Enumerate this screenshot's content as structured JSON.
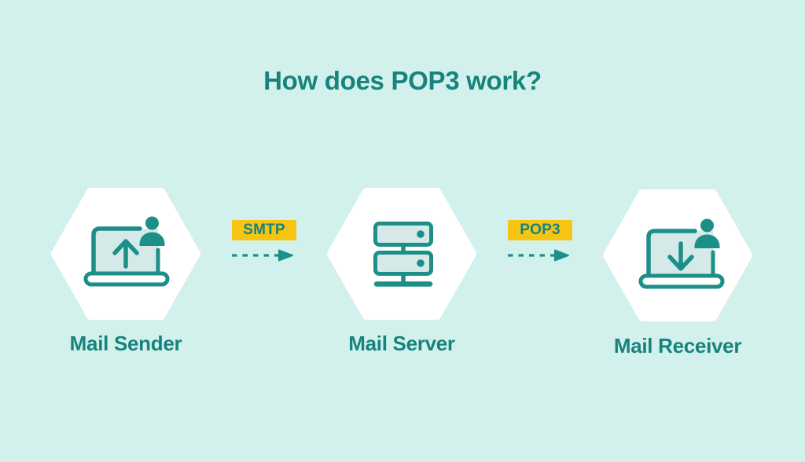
{
  "title": "How does POP3 work?",
  "colors": {
    "background": "#d3f1ec",
    "node_fill": "#ffffff",
    "teal_text": "#17837d",
    "teal_icon": "#1b8f88",
    "screen_fill": "#d5eae8",
    "badge_bg": "#f6c514",
    "badge_text": "#15837d"
  },
  "nodes": [
    {
      "id": "mail-sender",
      "label": "Mail Sender",
      "icon": "laptop-upload-user-icon"
    },
    {
      "id": "mail-server",
      "label": "Mail Server",
      "icon": "server-stack-icon"
    },
    {
      "id": "mail-receiver",
      "label": "Mail Receiver",
      "icon": "laptop-download-user-icon"
    }
  ],
  "connections": [
    {
      "from": "mail-sender",
      "to": "mail-server",
      "protocol": "SMTP",
      "style": "dashed-arrow"
    },
    {
      "from": "mail-server",
      "to": "mail-receiver",
      "protocol": "POP3",
      "style": "dashed-arrow"
    }
  ]
}
